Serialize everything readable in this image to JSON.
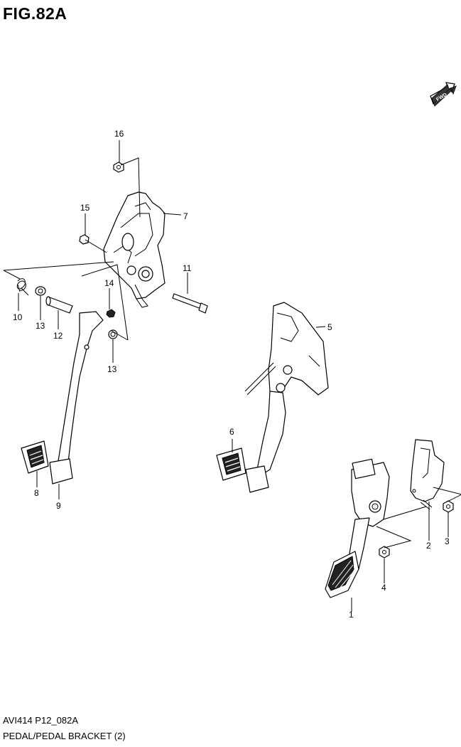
{
  "figure": {
    "title": "FIG.82A",
    "code": "AVI414 P12_082A",
    "description": "PEDAL/PEDAL BRACKET (2)",
    "fwd_label": "FWD"
  },
  "callouts": [
    "1",
    "2",
    "3",
    "4",
    "5",
    "6",
    "7",
    "8",
    "9",
    "10",
    "11",
    "12",
    "13",
    "13",
    "14",
    "15",
    "16"
  ]
}
